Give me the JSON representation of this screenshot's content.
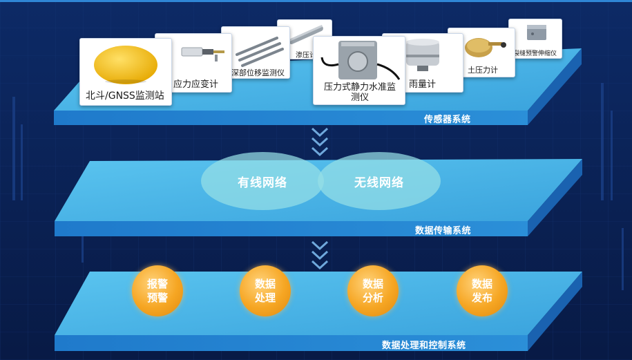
{
  "colors": {
    "background": "#0b2257",
    "platform_top": "#46b6e6",
    "platform_side": "#1d6fc1",
    "network_ellipse": "#96dfe6",
    "process_circle": "#f6a623",
    "chevron": "#6fa8dc"
  },
  "layers": {
    "sensor": {
      "label": "传感器系统"
    },
    "transmission": {
      "label": "数据传输系统"
    },
    "processing": {
      "label": "数据处理和控制系统"
    }
  },
  "sensors": [
    {
      "label": "北斗/GNSS监测站",
      "icon": "gnss-dome-icon"
    },
    {
      "label": "应力应变计",
      "icon": "strain-gauge-icon"
    },
    {
      "label": "深部位移监测仪",
      "icon": "displacement-rods-icon"
    },
    {
      "label": "渗压计",
      "icon": "piezometer-icon"
    },
    {
      "label": "压力式静力水准监测仪",
      "icon": "hydrostatic-level-icon"
    },
    {
      "label": "雨量计",
      "icon": "rain-gauge-icon"
    },
    {
      "label": "土压力计",
      "icon": "earth-pressure-cell-icon"
    },
    {
      "label": "裂缝预警伸缩仪",
      "icon": "crack-meter-icon"
    }
  ],
  "network": {
    "wired": "有线网络",
    "wireless": "无线网络"
  },
  "processing": [
    {
      "line1": "报警",
      "line2": "预警"
    },
    {
      "line1": "数据",
      "line2": "处理"
    },
    {
      "line1": "数据",
      "line2": "分析"
    },
    {
      "line1": "数据",
      "line2": "发布"
    }
  ]
}
